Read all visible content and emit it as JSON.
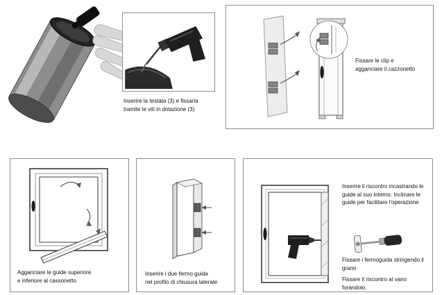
{
  "colors": {
    "panel_border": "#8c8c8c",
    "ink": "#111111",
    "line_art": "#3a3a3a"
  },
  "panels": {
    "step1": {
      "line1": "Inserire la testata (3) e fissarla",
      "line2": "tramite le viti in dotazione (3)"
    },
    "step2": {
      "line1": "Fissare le clip e",
      "line2": "agganciare il cazzonetto"
    },
    "step3": {
      "line1": "Agganciare le guide superiore",
      "line2": "e inferiore al cassonetto"
    },
    "step4": {
      "line1": "Inserire i due fermo guida",
      "line2": "nel profilo di chiusura laterale"
    },
    "step5": {
      "para1": "Inserire il riscontro incastrando le guide al suo interno. Inclinare le guide per facilitare l'operazione",
      "para2": "Fissare i fermoguida stringendo il grano",
      "para3": "Fissare il riscontro al vano forandolo."
    }
  }
}
